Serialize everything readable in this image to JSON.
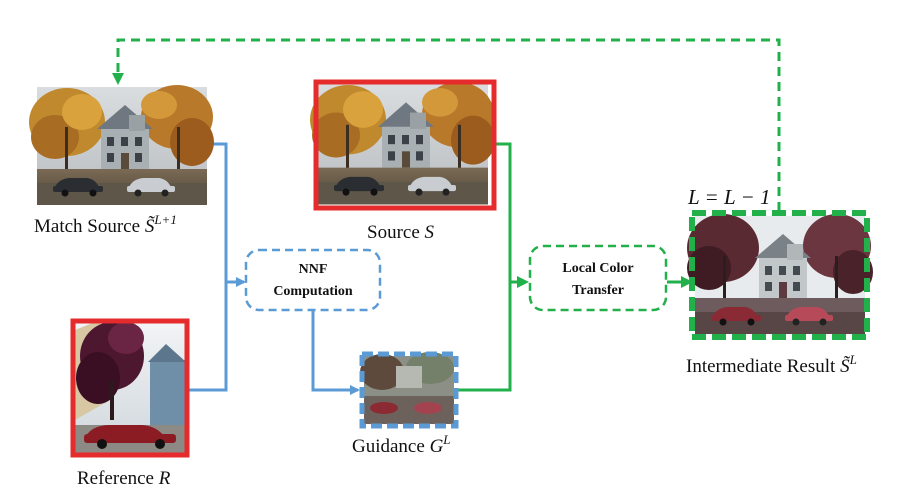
{
  "captions": {
    "match_source": {
      "text": "Match Source ",
      "symbol": "S̃",
      "superscript": "L+1"
    },
    "source": {
      "text": "Source ",
      "symbol": "S"
    },
    "reference": {
      "text": "Reference ",
      "symbol": "R"
    },
    "guidance": {
      "text": "Guidance ",
      "symbol": "G",
      "superscript": "L"
    },
    "intermediate": {
      "text": "Intermediate Result ",
      "symbol": "S̃",
      "superscript": "L"
    },
    "loop_label": "L = L − 1"
  },
  "process_boxes": {
    "nnf": {
      "line1": "NNF",
      "line2": "Computation"
    },
    "transfer": {
      "line1": "Local Color",
      "line2": "Transfer"
    }
  },
  "colors": {
    "blue_flow": "#5b9bd5",
    "green_flow": "#22b04b",
    "red_frame": "#e52b2b",
    "green_frame": "#22b04b",
    "blue_frame": "#5b9bd5"
  }
}
